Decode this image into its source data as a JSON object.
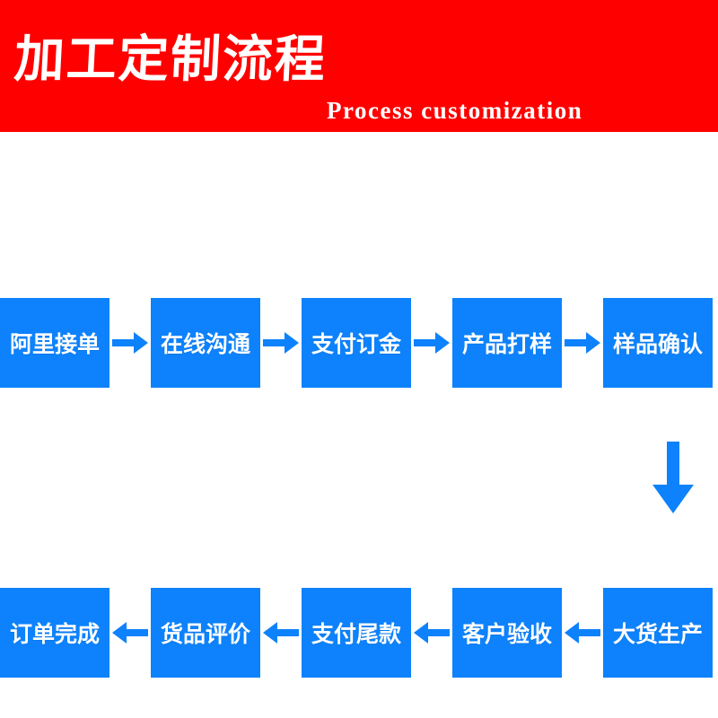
{
  "header": {
    "title_cn": "加工定制流程",
    "title_en": "Process customization",
    "bar_color": "#ff0000",
    "text_color": "#ffffff"
  },
  "theme": {
    "box_color": "#0d82fc",
    "arrow_color": "#0d82fc",
    "box_text_color": "#ffffff",
    "background": "#ffffff"
  },
  "flow": {
    "row_top": {
      "direction": "left-to-right",
      "steps": [
        {
          "index": 1,
          "label": "阿里接单"
        },
        {
          "index": 2,
          "label": "在线沟通"
        },
        {
          "index": 3,
          "label": "支付订金"
        },
        {
          "index": 4,
          "label": "产品打样"
        },
        {
          "index": 5,
          "label": "样品确认"
        }
      ],
      "connectors": [
        {
          "icon": "arrow-right-icon"
        },
        {
          "icon": "arrow-right-icon"
        },
        {
          "icon": "arrow-right-icon"
        },
        {
          "icon": "arrow-right-icon"
        }
      ]
    },
    "connector_vertical": {
      "icon": "arrow-down-icon"
    },
    "row_bottom": {
      "direction": "right-to-left",
      "steps": [
        {
          "index": 10,
          "label": "订单完成"
        },
        {
          "index": 9,
          "label": "货品评价"
        },
        {
          "index": 8,
          "label": "支付尾款"
        },
        {
          "index": 7,
          "label": "客户验收"
        },
        {
          "index": 6,
          "label": "大货生产"
        }
      ],
      "connectors": [
        {
          "icon": "arrow-left-icon"
        },
        {
          "icon": "arrow-left-icon"
        },
        {
          "icon": "arrow-left-icon"
        },
        {
          "icon": "arrow-left-icon"
        }
      ]
    }
  }
}
